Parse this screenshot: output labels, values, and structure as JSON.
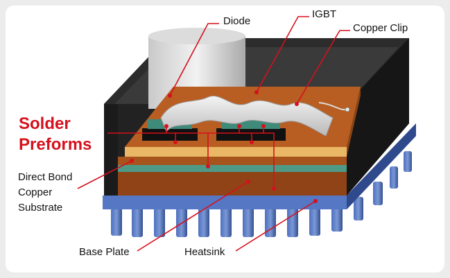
{
  "labels": {
    "diode": "Diode",
    "igbt": "IGBT",
    "copper_clip": "Copper Clip",
    "solder_line1": "Solder",
    "solder_line2": "Preforms",
    "dbc_line1": "Direct Bond",
    "dbc_line2": "Copper",
    "dbc_line3": "Substrate",
    "base_plate": "Base Plate",
    "heatsink": "Heatsink"
  },
  "colors": {
    "highlight": "#d6101c",
    "housing": "#1b1b1b",
    "heatsink": "#3f5fa8",
    "copper": "#a6531c",
    "solder": "#e9b766",
    "ceramic": "#4e9a87",
    "clip": "#d9d9d9"
  }
}
